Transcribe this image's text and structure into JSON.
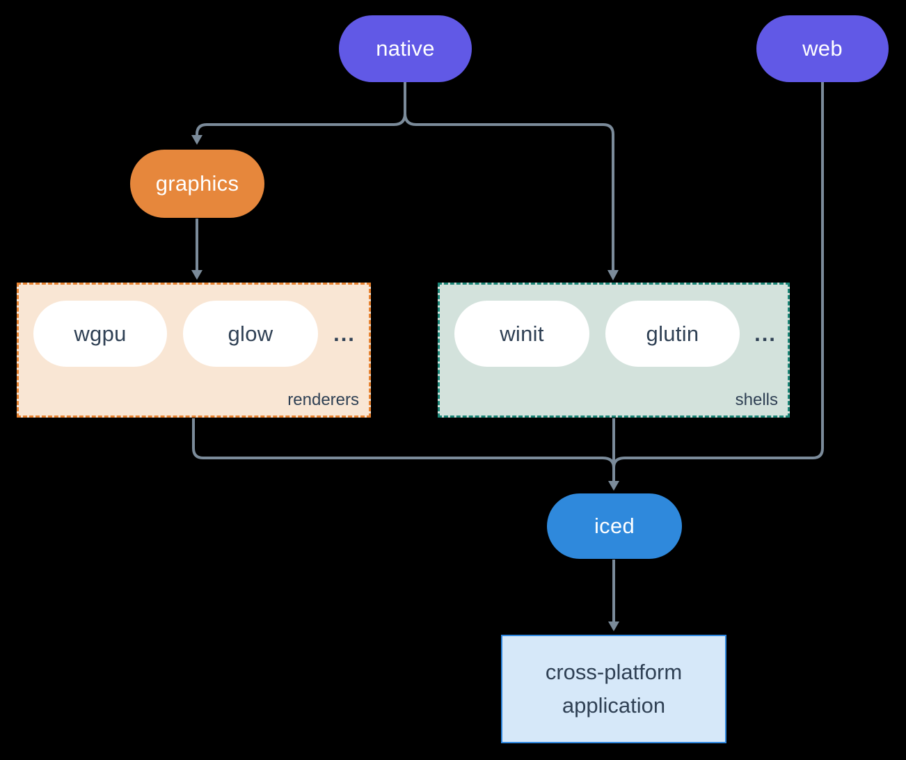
{
  "diagram": {
    "background": "#000000",
    "edge_color": "#7B8B9A",
    "nodes": {
      "native": {
        "label": "native",
        "fill": "#6159E6",
        "text": "#FFFFFF"
      },
      "web": {
        "label": "web",
        "fill": "#6159E6",
        "text": "#FFFFFF"
      },
      "graphics": {
        "label": "graphics",
        "fill": "#E6873C",
        "text": "#FFFFFF"
      },
      "iced": {
        "label": "iced",
        "fill": "#2F89DC",
        "text": "#FFFFFF"
      },
      "wgpu": {
        "label": "wgpu",
        "fill": "#FFFFFF",
        "text": "#2F4054"
      },
      "glow": {
        "label": "glow",
        "fill": "#FFFFFF",
        "text": "#2F4054"
      },
      "winit": {
        "label": "winit",
        "fill": "#FFFFFF",
        "text": "#2F4054"
      },
      "glutin": {
        "label": "glutin",
        "fill": "#FFFFFF",
        "text": "#2F4054"
      },
      "app": {
        "label": "cross-platform application",
        "fill": "#D6E8F9",
        "border": "#2E86DE",
        "text": "#2F4054"
      }
    },
    "groups": {
      "renderers": {
        "label": "renderers",
        "ellipsis": "...",
        "fill": "#F9E6D4",
        "border": "#E78230"
      },
      "shells": {
        "label": "shells",
        "ellipsis": "...",
        "fill": "#D3E2DC",
        "border": "#1A8576"
      }
    },
    "edges": [
      {
        "from": "native",
        "to": "graphics"
      },
      {
        "from": "native",
        "to": "shells"
      },
      {
        "from": "graphics",
        "to": "renderers"
      },
      {
        "from": "renderers",
        "to": "iced"
      },
      {
        "from": "shells",
        "to": "iced"
      },
      {
        "from": "web",
        "to": "iced"
      },
      {
        "from": "iced",
        "to": "app"
      }
    ]
  }
}
